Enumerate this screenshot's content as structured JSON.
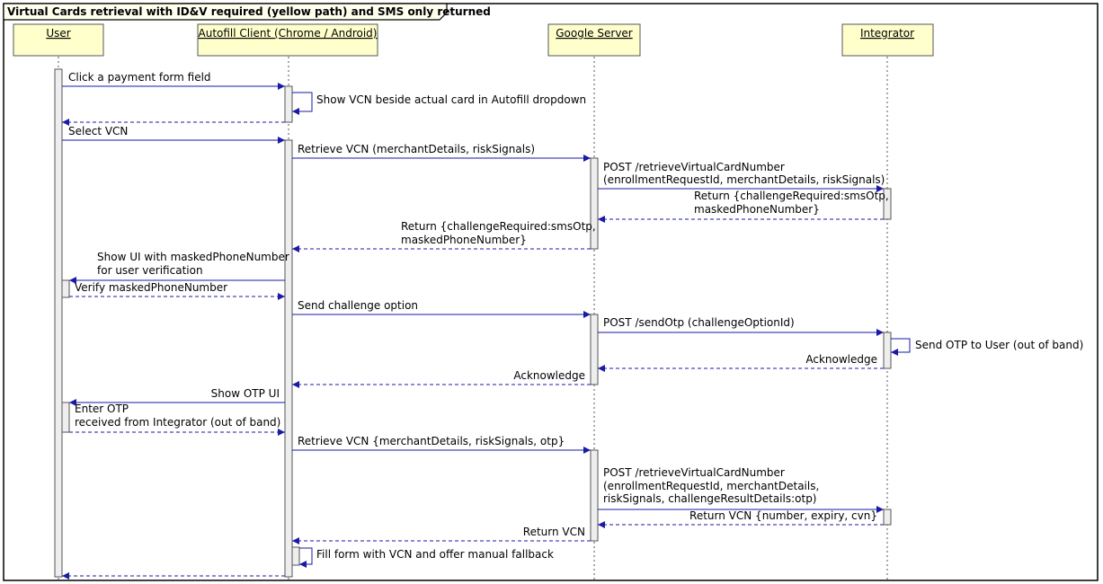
{
  "frame_title": "Virtual Cards retrieval with ID&V required (yellow path) and SMS only returned",
  "participants": [
    {
      "id": "user",
      "label": "User"
    },
    {
      "id": "client",
      "label": "Autofill Client (Chrome / Android)"
    },
    {
      "id": "server",
      "label": "Google Server"
    },
    {
      "id": "integrator",
      "label": "Integrator"
    }
  ],
  "messages": [
    {
      "from": "user",
      "to": "client",
      "kind": "call",
      "lines": [
        "Click a payment form field"
      ]
    },
    {
      "from": "client",
      "to": "client",
      "kind": "self",
      "lines": [
        "Show VCN beside actual card in Autofill dropdown"
      ]
    },
    {
      "from": "client",
      "to": "user",
      "kind": "return",
      "lines": []
    },
    {
      "from": "user",
      "to": "client",
      "kind": "call",
      "lines": [
        "Select VCN"
      ]
    },
    {
      "from": "client",
      "to": "server",
      "kind": "call",
      "lines": [
        "Retrieve VCN (merchantDetails, riskSignals)"
      ]
    },
    {
      "from": "server",
      "to": "integrator",
      "kind": "call",
      "lines": [
        "POST /retrieveVirtualCardNumber",
        "(enrollmentRequestId, merchantDetails, riskSignals)"
      ]
    },
    {
      "from": "integrator",
      "to": "server",
      "kind": "return",
      "lines": [
        "Return {challengeRequired:smsOtp,",
        "maskedPhoneNumber}"
      ]
    },
    {
      "from": "server",
      "to": "client",
      "kind": "return",
      "lines": [
        "Return {challengeRequired:smsOtp,",
        "maskedPhoneNumber}"
      ]
    },
    {
      "from": "client",
      "to": "user",
      "kind": "call",
      "lines": [
        "Show UI with maskedPhoneNumber",
        "for user verification"
      ]
    },
    {
      "from": "user",
      "to": "client",
      "kind": "return",
      "lines": [
        "Verify maskedPhoneNumber"
      ]
    },
    {
      "from": "client",
      "to": "server",
      "kind": "call",
      "lines": [
        "Send challenge option"
      ]
    },
    {
      "from": "server",
      "to": "integrator",
      "kind": "call",
      "lines": [
        "POST /sendOtp (challengeOptionId)"
      ]
    },
    {
      "from": "integrator",
      "to": "integrator",
      "kind": "self",
      "lines": [
        "Send OTP to User (out of band)"
      ]
    },
    {
      "from": "integrator",
      "to": "server",
      "kind": "return",
      "lines": [
        "Acknowledge"
      ]
    },
    {
      "from": "server",
      "to": "client",
      "kind": "return",
      "lines": [
        "Acknowledge"
      ]
    },
    {
      "from": "client",
      "to": "user",
      "kind": "call",
      "lines": [
        "Show OTP UI"
      ]
    },
    {
      "from": "user",
      "to": "client",
      "kind": "return",
      "lines": [
        "Enter OTP",
        "received from Integrator (out of band)"
      ]
    },
    {
      "from": "client",
      "to": "server",
      "kind": "call",
      "lines": [
        "Retrieve VCN {merchantDetails, riskSignals, otp}"
      ]
    },
    {
      "from": "server",
      "to": "integrator",
      "kind": "call",
      "lines": [
        "POST /retrieveVirtualCardNumber",
        "(enrollmentRequestId, merchantDetails,",
        "riskSignals, challengeResultDetails:otp)"
      ]
    },
    {
      "from": "integrator",
      "to": "server",
      "kind": "return",
      "lines": [
        "Return VCN {number, expiry, cvn}"
      ]
    },
    {
      "from": "server",
      "to": "client",
      "kind": "return",
      "lines": [
        "Return VCN"
      ]
    },
    {
      "from": "client",
      "to": "client",
      "kind": "self",
      "lines": [
        "Fill form with VCN and offer manual fallback"
      ]
    },
    {
      "from": "client",
      "to": "user",
      "kind": "return",
      "lines": []
    }
  ],
  "colors": {
    "participant_fill": "#ffffcc",
    "participant_border": "#555555",
    "arrow": "#1a1aa6",
    "activation_fill": "#eeeeee",
    "frame_border": "#000000",
    "title_tab_fill": "#ffffee"
  }
}
